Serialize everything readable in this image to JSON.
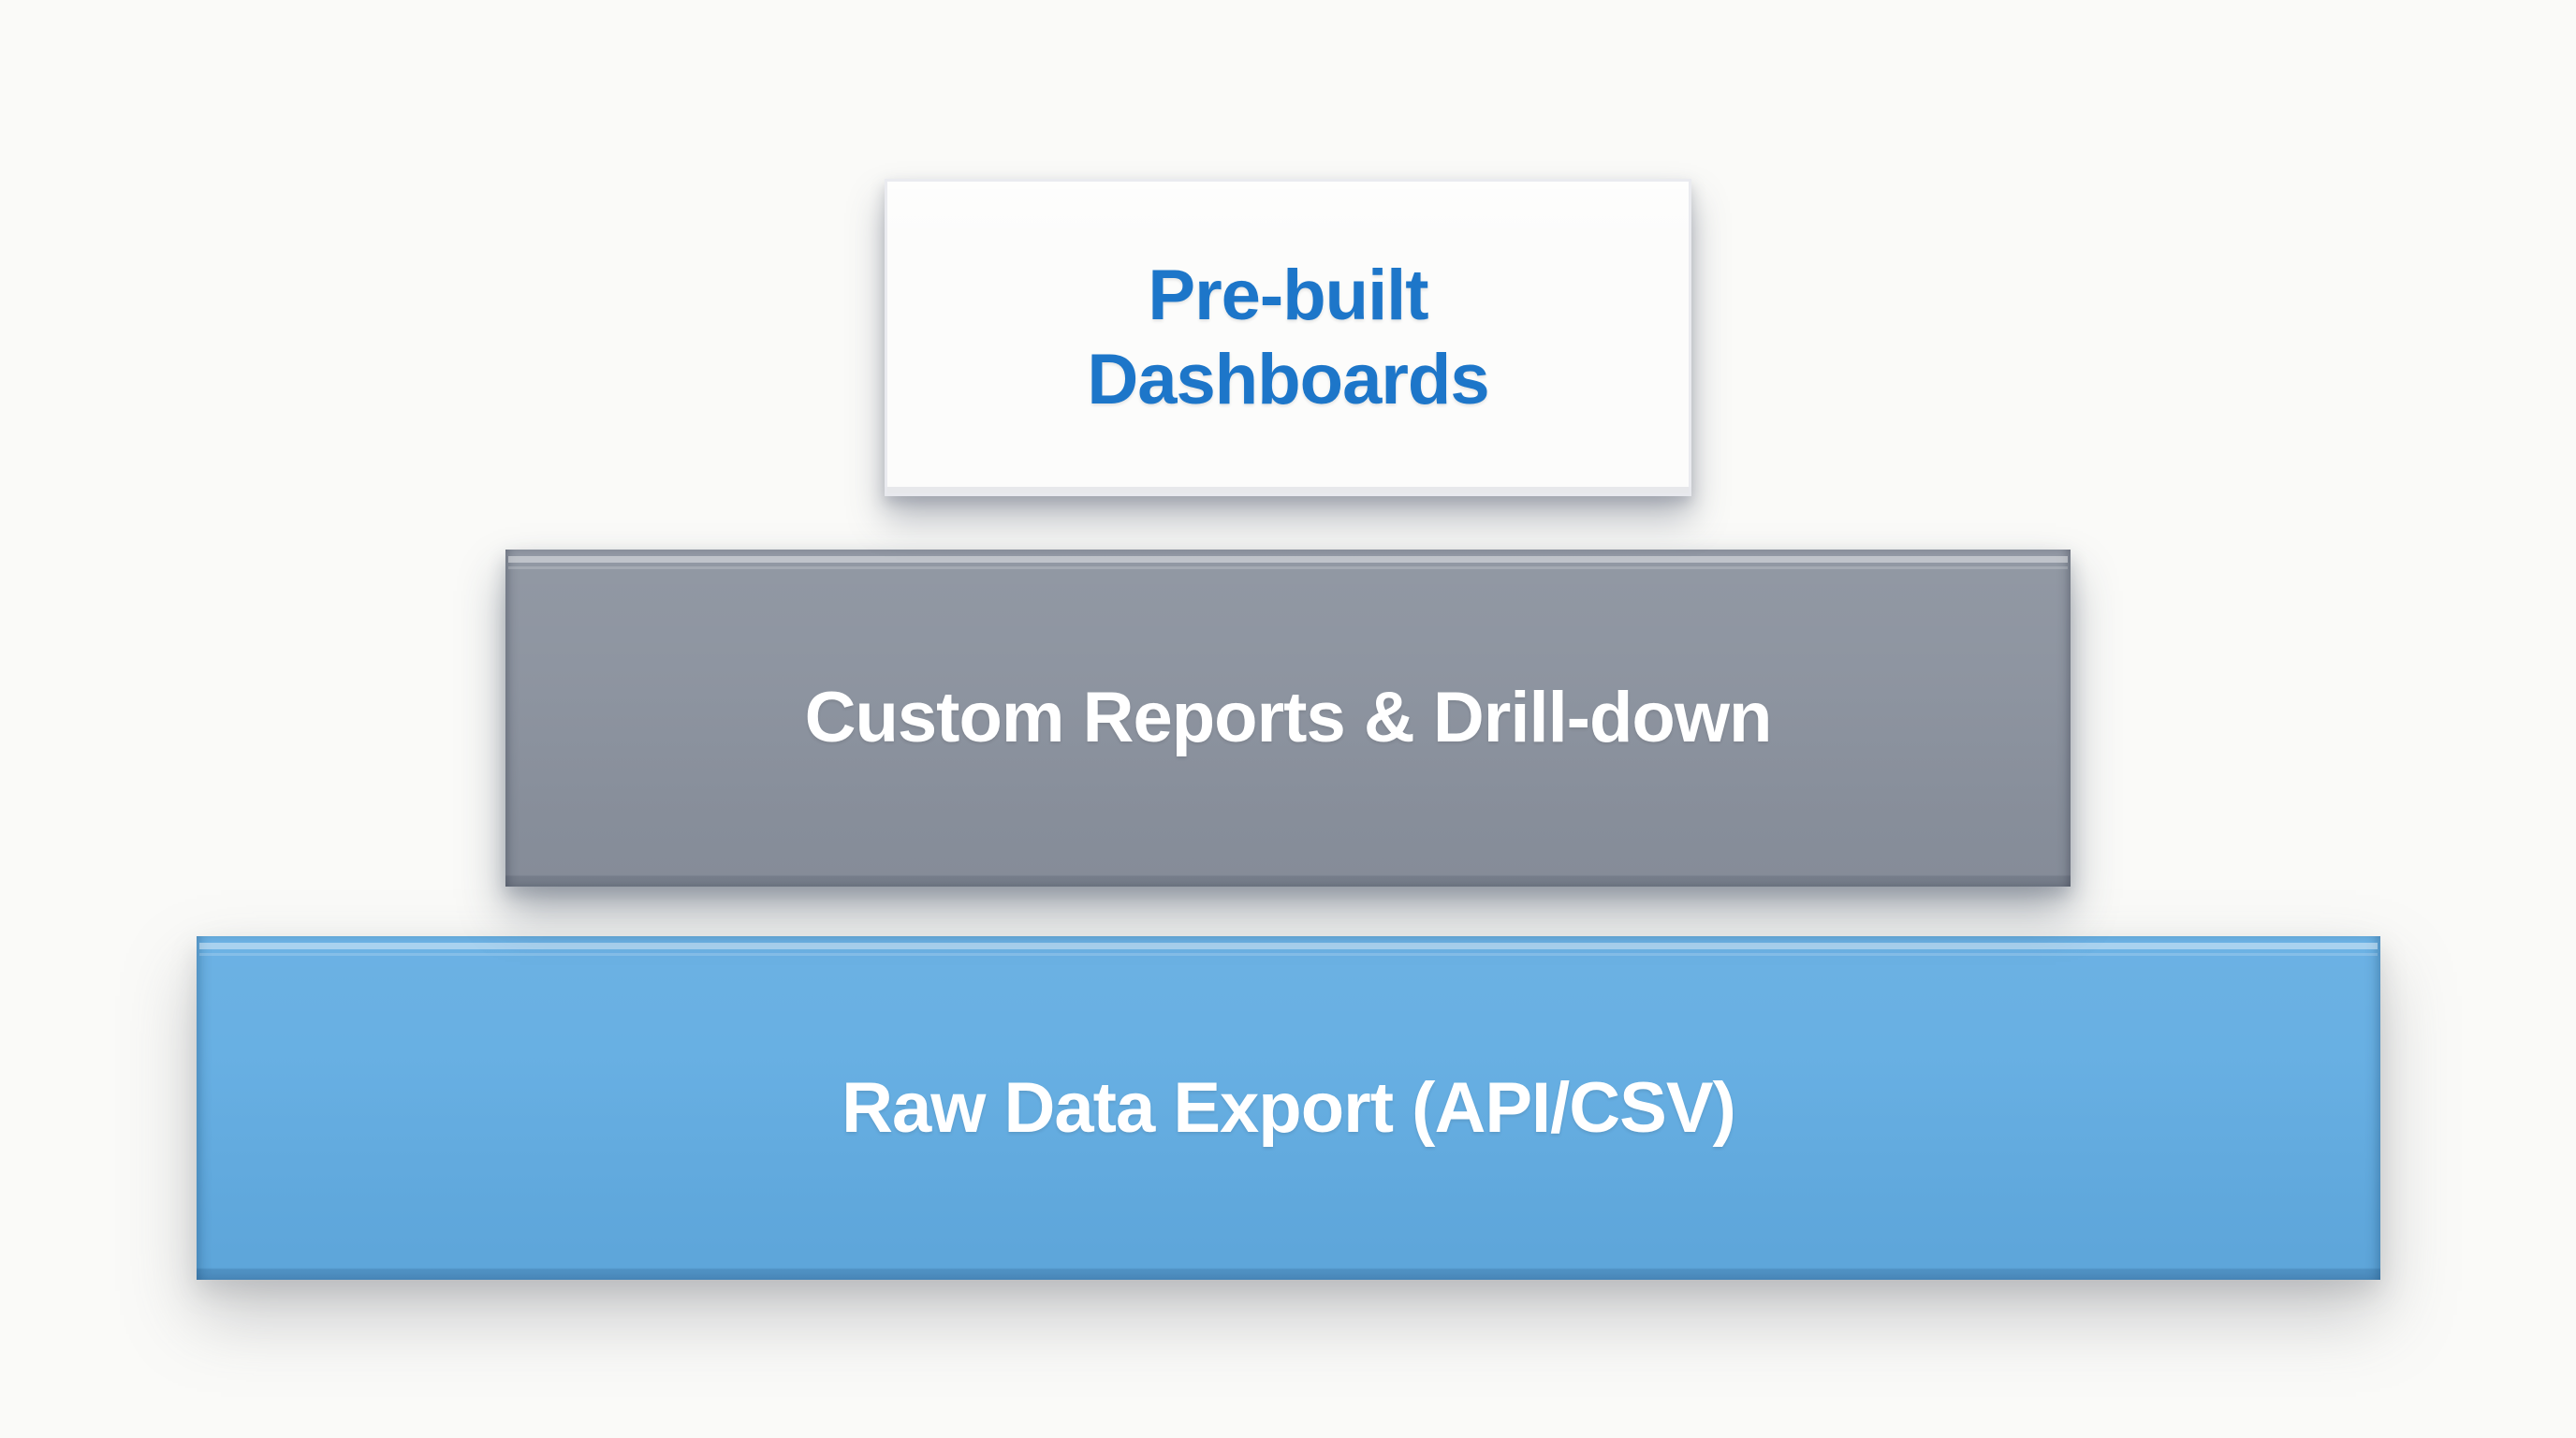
{
  "diagram": {
    "type": "stacked-3d-pyramid",
    "background_color": "#FAFAF8",
    "tiers": [
      {
        "id": "pre-built-dashboards",
        "label": "Pre-built Dashboards",
        "label_lines": {
          "line1": "Pre-built",
          "line2": "Dashboards"
        },
        "face_color": "#FCFCFB",
        "top_face_color": "#E8E8ED",
        "text_color": "#1D76C9"
      },
      {
        "id": "custom-reports-drill-down",
        "label": "Custom Reports & Drill-down",
        "face_color": "#8C939F",
        "top_face_color": "#89909C",
        "text_color": "#FFFFFF"
      },
      {
        "id": "raw-data-export",
        "label": "Raw Data Export (API/CSV)",
        "face_color": "#63ADE2",
        "top_face_color": "#5FA9DF",
        "text_color": "#FFFFFF"
      }
    ]
  }
}
